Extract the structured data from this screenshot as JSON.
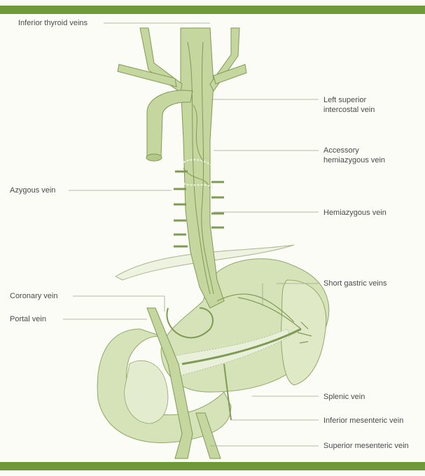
{
  "labels": {
    "inferior_thyroid": "Inferior thyroid veins",
    "left_superior_1": "Left superior",
    "left_superior_2": "intercostal vein",
    "accessory_1": "Accessory",
    "accessory_2": "hemiazygous vein",
    "azygous": "Azygous vein",
    "hemiazygous": "Hemiazygous vein",
    "short_gastric": "Short gastric veins",
    "coronary": "Coronary vein",
    "portal": "Portal vein",
    "splenic": "Splenic vein",
    "inferior_mesenteric": "Inferior mesenteric vein",
    "superior_mesenteric": "Superior mesenteric vein"
  },
  "colors": {
    "accent_bar": "#6f9a3a",
    "vessel_fill": "#c5d79f",
    "organ_fill": "#d6e3b8",
    "outline": "#7f9a55",
    "leader_line": "#9aa78a"
  }
}
